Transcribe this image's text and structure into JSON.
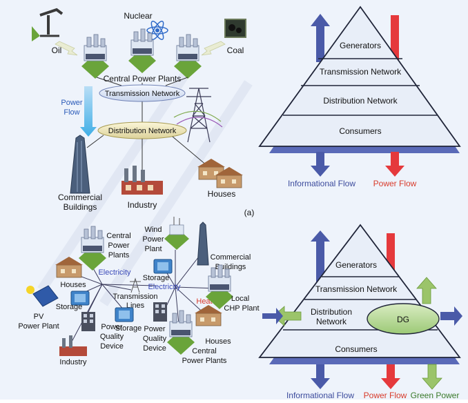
{
  "top": {
    "sources": {
      "oil": "Oil",
      "nuclear": "Nuclear",
      "coal": "Coal"
    },
    "central_plants": "Central Power Plants",
    "transmission": "Transmission Network",
    "power_flow": [
      "Power",
      "Flow"
    ],
    "distribution": "Distribution Network",
    "commercial": [
      "Commercial",
      "Buildings"
    ],
    "industry": "Industry",
    "houses": "Houses",
    "caption": "(a)"
  },
  "pyramid_top": {
    "levels": [
      "Generators",
      "Transmission Network",
      "Distribution Network",
      "Consumers"
    ],
    "informational_flow": "Informational Flow",
    "power_flow": "Power Flow"
  },
  "bottom": {
    "central1": [
      "Central",
      "Power",
      "Plants"
    ],
    "wind": [
      "Wind",
      "Power",
      "Plant"
    ],
    "commercial": [
      "Commercial",
      "Buildings"
    ],
    "electricity1": "Electricity",
    "houses1": "Houses",
    "storage1": "Storage",
    "electricity2": "Electricity",
    "storage2": "Storage",
    "transmission_lines": [
      "Transmission",
      "Lines"
    ],
    "heat": "Heat",
    "local_chp": [
      "Local",
      "CHP Plant"
    ],
    "pv": [
      "PV",
      "Power Plant"
    ],
    "storage3": "Storage",
    "pq1": [
      "Power",
      "Quality",
      "Device"
    ],
    "pq2": [
      "Power",
      "Quality",
      "Device"
    ],
    "houses2": "Houses",
    "industry": "Industry",
    "central2": [
      "Central",
      "Power Plants"
    ]
  },
  "pyramid_bottom": {
    "levels": [
      "Generators",
      "Transmission Network",
      "Distribution",
      "Network",
      "Consumers"
    ],
    "dg": "DG",
    "informational_flow": "Informational Flow",
    "power_flow": "Power Flow",
    "green_power": "Green Power"
  },
  "colors": {
    "blue_arrow": "#4a5aa8",
    "red_arrow": "#e5393c",
    "green_arrow": "#9bc46a",
    "green_text": "#3a7a2a",
    "red_text": "#d83a2a",
    "pyramid_edge": "#1f2438",
    "pyramid_fill": "#e8eef8",
    "pyramid_shadow": "#5a6ab8"
  }
}
